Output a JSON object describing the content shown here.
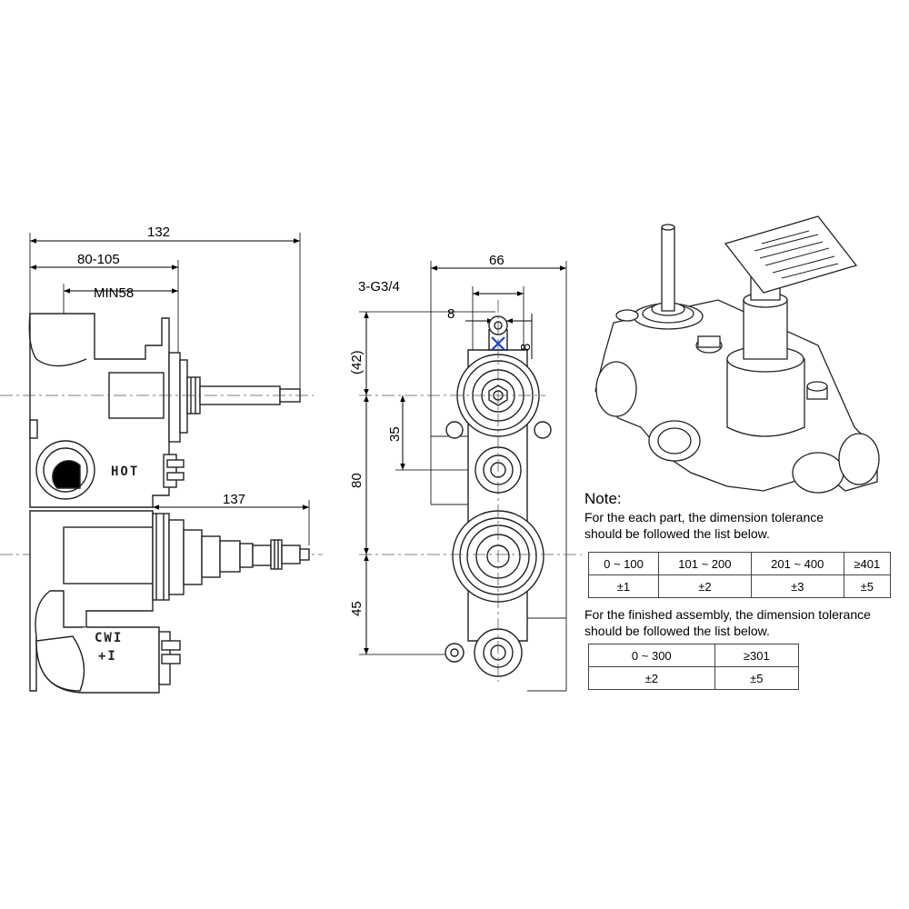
{
  "dimensions": {
    "overall_length": "132",
    "adjust_range": "80-105",
    "min_depth": "MIN58",
    "lower_length": "137",
    "width": "66",
    "thread": "3-G3/4",
    "hole_offset": "8",
    "hole_depth": "8",
    "top_ref": "(42)",
    "spacing_1": "35",
    "spacing_2": "80",
    "spacing_3": "45"
  },
  "side_labels": {
    "hot": "HOT",
    "cw": "CWI",
    "pm": "+I"
  },
  "notes": {
    "title": "Note:",
    "part_line1": "For the each part, the dimension tolerance",
    "part_line2": "should be followed the list below.",
    "assembly_line1": "For the finished assembly, the dimension tolerance",
    "assembly_line2": "should be followed the list below."
  },
  "part_tolerance": {
    "ranges": [
      "0 ~ 100",
      "101 ~ 200",
      "201 ~ 400",
      "≥401"
    ],
    "values": [
      "±1",
      "±2",
      "±3",
      "±5"
    ]
  },
  "assembly_tolerance": {
    "ranges": [
      "0 ~ 300",
      "≥301"
    ],
    "values": [
      "±2",
      "±5"
    ]
  },
  "colors": {
    "line": "#222222",
    "marker": "#1a3fd6"
  }
}
